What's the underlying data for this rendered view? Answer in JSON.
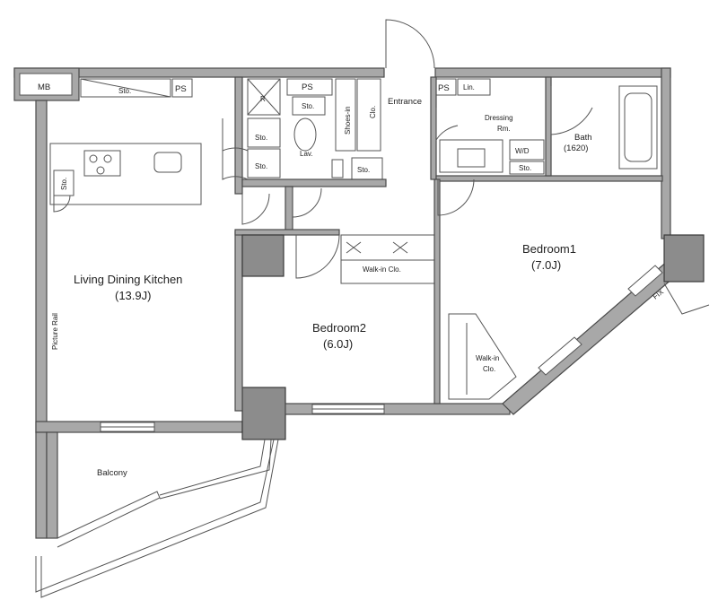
{
  "labels": {
    "mb": "MB",
    "sto_top": "Sto.",
    "ps_left": "PS",
    "ps_mid": "PS",
    "ps_right": "PS",
    "r": "R",
    "sto_toilet": "Sto.",
    "shoes_in": "Shoes-in",
    "shoes_clo": "Clo.",
    "entrance": "Entrance",
    "lin": "Lin.",
    "dressing": "Dressing",
    "dressing_rm": "Rm.",
    "bath": "Bath",
    "bath_size": "(1620)",
    "sto_a": "Sto.",
    "sto_b": "Sto.",
    "lav": "Lav.",
    "sto_c": "Sto.",
    "wd": "W/D",
    "sto_wd": "Sto.",
    "sto_kitchen": "Sto.",
    "ldk": "Living Dining Kitchen",
    "ldk_size": "(13.9J)",
    "picture_rail": "Picture Rail",
    "walkin_clo_1": "Walk-in Clo.",
    "bedroom1": "Bedroom1",
    "bedroom1_size": "(7.0J)",
    "bedroom2": "Bedroom2",
    "bedroom2_size": "(6.0J)",
    "walkin_2a": "Walk-in",
    "walkin_2b": "Clo.",
    "fix": "FIX",
    "balcony": "Balcony"
  }
}
